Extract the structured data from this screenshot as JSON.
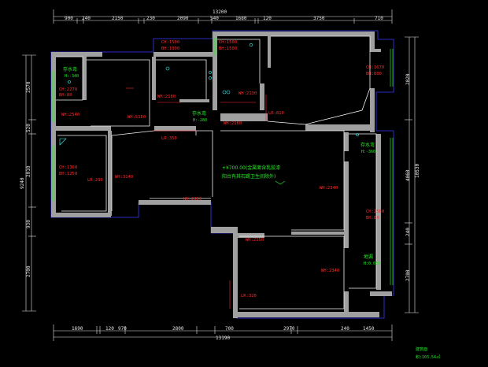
{
  "top_dims": {
    "total": "13200",
    "segments": [
      "900",
      "240",
      "2150",
      "230",
      "2090",
      "540",
      "1680",
      "120",
      "3750",
      "710"
    ]
  },
  "bottom_dims": {
    "total": "13190",
    "segments": [
      "1690",
      "120",
      "970",
      "2800",
      "700",
      "2970",
      "240",
      "1450"
    ]
  },
  "left_dims": {
    "total": "9240",
    "segments": [
      "2570",
      "520",
      "2010",
      "930",
      "2700"
    ]
  },
  "right_dims": {
    "total": "10530",
    "segments": [
      "2020",
      "4060",
      "240",
      "2700"
    ]
  },
  "rooms": {
    "tl_label": "存水弯",
    "tl_h": "H:-340",
    "tl_ch": "CH:2270",
    "tl_bh": "BH:80",
    "tl_wh": "WH:2540",
    "ch1": "CH:1500",
    "bh1": "BH:1000",
    "ch2": "CH:1500",
    "bh2": "BH:1500",
    "ch3": "CH:1670",
    "bh3": "BH:800",
    "wh2180": "WH:2180",
    "wh2130": "WH:2130",
    "lr810": "LR:810",
    "wh5160": "WH:5160",
    "mid_label": "存水弯",
    "mid_h": "H:-280",
    "wh2160": "WH:2160",
    "lr350": "LR:350",
    "right_label": "存水弯",
    "right_h": "H:-360",
    "ch1360": "CH:1360",
    "bh1250": "BH:1250",
    "lr290": "LR:290",
    "wh3140": "WH:3140",
    "note1": "+¥700.00(金属面含乳胶漆",
    "note2": "阳台有其石踢卫生间除外)",
    "wh2340a": "WH:2340",
    "ch2560": "CH:2560",
    "bh80": "BH:80",
    "wh2330": "WH:2330",
    "wh2150": "WH:2150",
    "drain_label": "地漏",
    "drain_h": "H:0.080",
    "wh2340b": "WH:2340",
    "lr320": "LR:320"
  },
  "footer": {
    "title": "建筑面",
    "area": "积:103.54㎡"
  },
  "colors": {
    "wall": "#a0a0a0",
    "outline": "#3a3aff",
    "dims": "#e6e6e6",
    "label_red": "#ff2a2a",
    "label_green": "#22ee22",
    "cyan": "#33ffff"
  }
}
